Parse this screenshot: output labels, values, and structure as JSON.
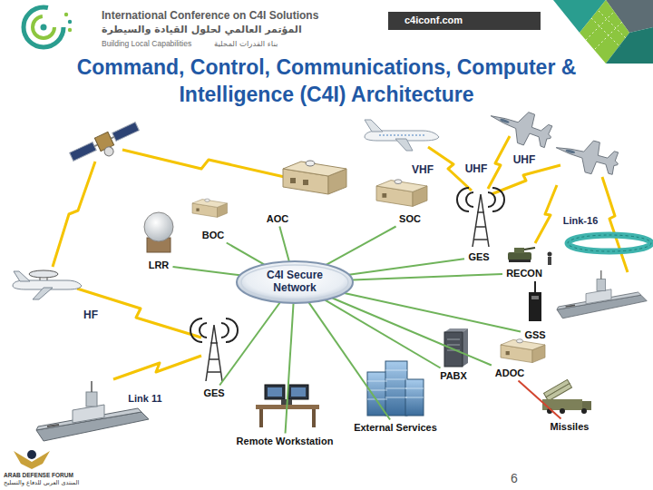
{
  "diagram": {
    "title": "Command, Control, Communications, Computer & Intelligence (C4I) Architecture",
    "nodes": [
      {
        "text": [
          "AOC"
        ]
      },
      {
        "text": [
          "SOC"
        ]
      },
      {
        "text": [
          "BOC"
        ]
      },
      {
        "text": [
          "GES"
        ]
      },
      {
        "text": [
          "LRR"
        ]
      },
      {
        "text": [
          "C4I Secure Network"
        ]
      },
      {
        "text": [
          "RECON"
        ]
      },
      {
        "text": [
          "GSS"
        ]
      },
      {
        "text": [
          "ADOC"
        ]
      },
      {
        "text": [
          "PABX"
        ]
      },
      {
        "text": [
          "GES"
        ]
      },
      {
        "text": [
          "External Services"
        ]
      },
      {
        "text": [
          "Missiles"
        ]
      },
      {
        "text": [
          "Remote Workstation"
        ]
      }
    ],
    "edges": [
      {
        "from": 5,
        "to": 0,
        "arrow": "none"
      },
      {
        "from": 5,
        "to": 1,
        "arrow": "none"
      },
      {
        "from": 5,
        "to": 2,
        "arrow": "none"
      },
      {
        "from": 5,
        "to": 3,
        "arrow": "none"
      },
      {
        "from": 5,
        "to": 4,
        "arrow": "none"
      },
      {
        "from": 5,
        "to": 6,
        "arrow": "none"
      },
      {
        "from": 5,
        "to": 7,
        "arrow": "none"
      },
      {
        "from": 5,
        "to": 8,
        "arrow": "none"
      },
      {
        "from": 5,
        "to": 9,
        "arrow": "none"
      },
      {
        "from": 5,
        "to": 10,
        "arrow": "none"
      },
      {
        "from": 5,
        "to": 11,
        "arrow": "none"
      },
      {
        "from": 5,
        "to": 13,
        "arrow": "none"
      },
      {
        "from": 8,
        "to": 12,
        "arrow": "none"
      }
    ],
    "labels": [
      "International Conference on C4I Solutions",
      "المؤتمر العالمي لحلول القيادة والسيطرة",
      "Building Local Capabilities",
      "بناء القدرات المحلية",
      "c4iconf.com",
      "VHF",
      "UHF",
      "UHF",
      "Link-16",
      "HF",
      "Link 11",
      "6",
      "ARAB DEFENSE FORUM",
      "المنتدى العربي للدفاع والتسليح"
    ]
  }
}
